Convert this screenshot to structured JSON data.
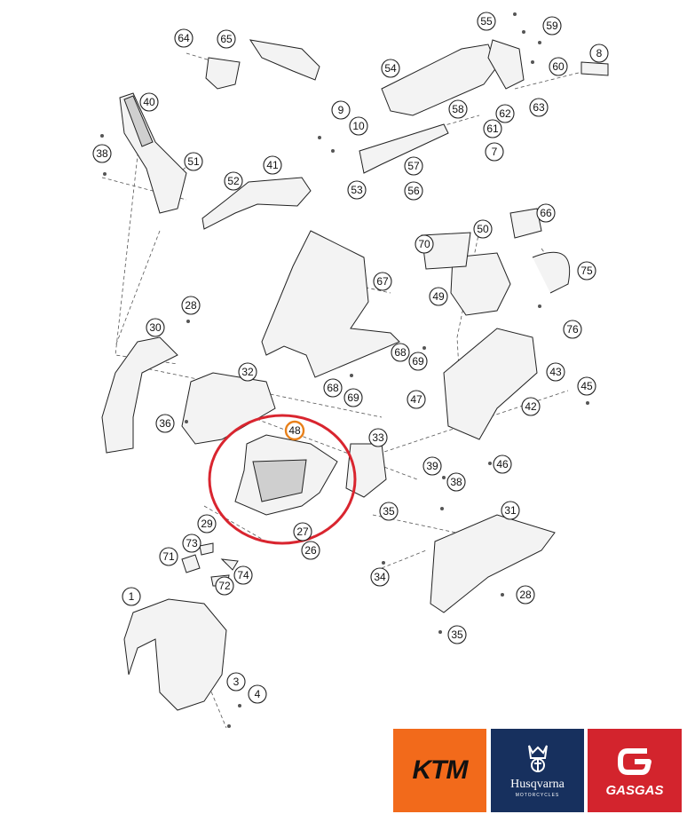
{
  "diagram": {
    "highlighted_part": "48",
    "callouts": [
      "1",
      "3",
      "4",
      "7",
      "8",
      "9",
      "10",
      "26",
      "27",
      "28",
      "28",
      "29",
      "30",
      "31",
      "32",
      "33",
      "34",
      "35",
      "35",
      "36",
      "38",
      "38",
      "39",
      "40",
      "41",
      "42",
      "43",
      "45",
      "46",
      "47",
      "48",
      "49",
      "50",
      "51",
      "52",
      "53",
      "54",
      "55",
      "56",
      "57",
      "58",
      "59",
      "60",
      "61",
      "62",
      "63",
      "64",
      "65",
      "66",
      "67",
      "68",
      "68",
      "69",
      "69",
      "70",
      "71",
      "72",
      "73",
      "74",
      "75",
      "76"
    ]
  },
  "brands": {
    "ktm": {
      "label": "KTM",
      "color": "#f26a1b"
    },
    "husqvarna": {
      "label": "Husqvarna",
      "sublabel": "MOTORCYCLES",
      "color": "#17305e"
    },
    "gasgas": {
      "label": "GASGAS",
      "color": "#d3242d"
    }
  },
  "colors": {
    "highlight_ring": "#d9252f",
    "highlight_callout": "#e8801a",
    "line": "#222222"
  }
}
